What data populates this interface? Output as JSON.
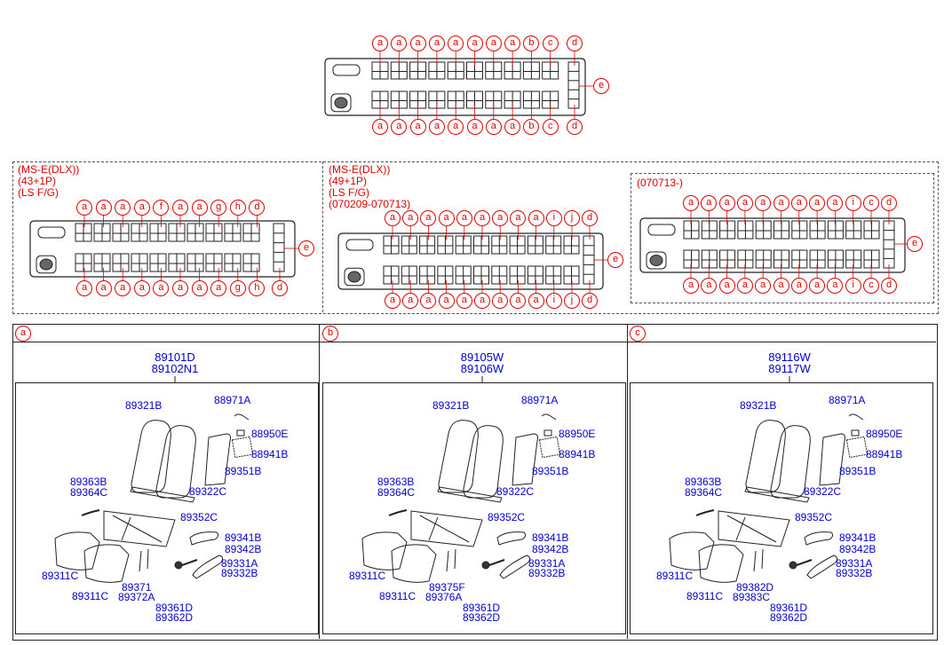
{
  "colors": {
    "label_red": "#e00000",
    "part_blue": "#0000d0",
    "line": "#222222"
  },
  "top_bus": {
    "top_labels": [
      "a",
      "a",
      "a",
      "a",
      "a",
      "a",
      "a",
      "a",
      "b",
      "c",
      "d"
    ],
    "bottom_labels": [
      "a",
      "a",
      "a",
      "a",
      "a",
      "a",
      "a",
      "a",
      "b",
      "c",
      "d"
    ],
    "side_label": "e"
  },
  "variants": [
    {
      "condition_lines": [
        "(MS-E(DLX))",
        "(43+1P)",
        "(LS F/G)"
      ],
      "top_labels": [
        "a",
        "a",
        "a",
        "a",
        "f",
        "a",
        "a",
        "g",
        "h",
        "d"
      ],
      "bottom_labels": [
        "a",
        "a",
        "a",
        "a",
        "a",
        "a",
        "a",
        "a",
        "g",
        "h",
        "d"
      ],
      "side_label": "e"
    },
    {
      "condition_lines": [
        "(MS-E(DLX))",
        "(49+1P)",
        "(LS F/G)",
        "(070209-070713)"
      ],
      "top_labels": [
        "a",
        "a",
        "a",
        "a",
        "a",
        "a",
        "a",
        "a",
        "a",
        "i",
        "j",
        "d"
      ],
      "bottom_labels": [
        "a",
        "a",
        "a",
        "a",
        "a",
        "a",
        "a",
        "a",
        "a",
        "i",
        "j",
        "d"
      ],
      "side_label": "e"
    },
    {
      "condition_lines": [
        "(070713-)"
      ],
      "top_labels": [
        "a",
        "a",
        "a",
        "a",
        "a",
        "a",
        "a",
        "a",
        "a",
        "i",
        "c",
        "d"
      ],
      "bottom_labels": [
        "a",
        "a",
        "a",
        "a",
        "a",
        "a",
        "a",
        "a",
        "a",
        "i",
        "c",
        "d"
      ],
      "side_label": "e"
    }
  ],
  "panels": [
    {
      "label": "a",
      "assembly": [
        "89101D",
        "89102N1"
      ],
      "parts": {
        "back_frame": "89321B",
        "clip": "88971A",
        "hook": "88950E",
        "net": "88941B",
        "back_cover": "89351B",
        "cable1": "89363B",
        "cable2": "89364C",
        "rail": "89322C",
        "frame": "89352C",
        "armrest1": "89341B",
        "armrest2": "89342B",
        "cushion1": "89311C",
        "cushion2": "89311C",
        "leg1": "89371",
        "leg2": "89372A",
        "side1": "89331A",
        "side2": "89332B",
        "belt1": "89361D",
        "belt2": "89362D"
      }
    },
    {
      "label": "b",
      "assembly": [
        "89105W",
        "89106W"
      ],
      "parts": {
        "back_frame": "89321B",
        "clip": "88971A",
        "hook": "88950E",
        "net": "88941B",
        "back_cover": "89351B",
        "cable1": "89363B",
        "cable2": "89364C",
        "rail": "89322C",
        "frame": "89352C",
        "armrest1": "89341B",
        "armrest2": "89342B",
        "cushion1": "89311C",
        "cushion2": "89311C",
        "leg1": "89375F",
        "leg2": "89376A",
        "side1": "89331A",
        "side2": "89332B",
        "belt1": "89361D",
        "belt2": "89362D"
      }
    },
    {
      "label": "c",
      "assembly": [
        "89116W",
        "89117W"
      ],
      "parts": {
        "back_frame": "89321B",
        "clip": "88971A",
        "hook": "88950E",
        "net": "88941B",
        "back_cover": "89351B",
        "cable1": "89363B",
        "cable2": "89364C",
        "rail": "89322C",
        "frame": "89352C",
        "armrest1": "89341B",
        "armrest2": "89342B",
        "cushion1": "89311C",
        "cushion2": "89311C",
        "leg1": "89382D",
        "leg2": "89383C",
        "side1": "89331A",
        "side2": "89332B",
        "belt1": "89361D",
        "belt2": "89362D"
      }
    }
  ]
}
